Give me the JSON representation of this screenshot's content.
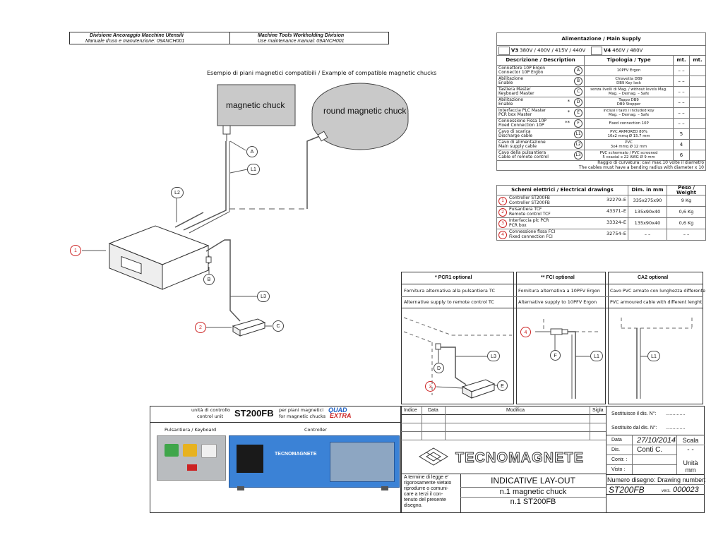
{
  "header": {
    "left_line1": "Divisione Ancoraggio Macchine Utensili",
    "left_line2": "Manuale d'uso e manutenzione: 09ANCH001",
    "right_line1": "Machine Tools Workholding Division",
    "right_line2": "Use maintenance manual: 09ANCH001"
  },
  "diagram": {
    "subtitle": "Esempio di piani magnetici compatibili / Example of compatible magnetic chucks",
    "chuck_label": "magnetic chuck",
    "round_chuck_label": "round magnetic chuck",
    "callouts": [
      "A",
      "L1",
      "L2",
      "B",
      "L3",
      "C"
    ],
    "red_callouts": [
      "1",
      "2"
    ]
  },
  "supply": {
    "title": "Alimentazione / Main Supply",
    "v3_code": "V3",
    "v3_text": "380V / 400V / 415V / 440V",
    "v4_code": "V4",
    "v4_text": "460V / 480V",
    "col_desc": "Descrizione / Description",
    "col_type": "Tipologia / Type",
    "col_mt1": "mt.",
    "col_mt2": "mt.",
    "rows": [
      {
        "d1": "Connettore 10P Ergon",
        "d2": "Connector 10P Ergon",
        "star": "",
        "tag": "A",
        "t1": "10PFV Ergon",
        "t2": "",
        "mt": "– –"
      },
      {
        "d1": "Abilitazione",
        "d2": "Enable",
        "star": "",
        "tag": "B",
        "t1": "Chiavetta DB9",
        "t2": "DB9 Key lock",
        "mt": "– –"
      },
      {
        "d1": "Tastiera Master",
        "d2": "Keyboard Master",
        "star": "",
        "tag": "C",
        "t1": "senza livelli di Mag. / without levels Mag.",
        "t2": "Mag. – Demag. – Safe",
        "mt": "– –"
      },
      {
        "d1": "Abilitazione",
        "d2": "Enable",
        "star": "*",
        "tag": "D",
        "t1": "Tappo DB9",
        "t2": "DB9 Stopper",
        "mt": "– –"
      },
      {
        "d1": "Interfaccia PLC Master",
        "d2": "PCR box Master",
        "star": "*",
        "tag": "E",
        "t1": "inclusi i tasti / included key",
        "t2": "Mag. – Demag. – Safe",
        "mt": "– –"
      },
      {
        "d1": "Connessione Fissa 10P",
        "d2": "Fixed Connection 10P",
        "star": "**",
        "tag": "F",
        "t1": "Fixed connection 10P",
        "t2": "",
        "mt": "– –"
      },
      {
        "d1": "Cavo di scarica",
        "d2": "Discharge cable",
        "star": "",
        "tag": "L1",
        "t1": "PVC ARMORED 80%",
        "t2": "10x2 mmq Ø 15.7 mm",
        "mt": "5"
      },
      {
        "d1": "Cavo di alimentazione",
        "d2": "Main supply cable",
        "star": "",
        "tag": "L2",
        "t1": "PVC",
        "t2": "3x4 mmq Ø 12 mm",
        "mt": "4"
      },
      {
        "d1": "Cavo della pulsantiera",
        "d2": "Cable of remote control",
        "star": "",
        "tag": "L3",
        "t1": "PVC schermato / PVC screened",
        "t2": "5 coaxial x 22 AWG Ø 9 mm",
        "mt": "6"
      }
    ],
    "note1": "Raggio di curvatura: cavi max.10 volte il diametro",
    "note2": "The cables must have a bending radius with diameter x 10"
  },
  "electrical": {
    "col1": "Schemi elettrici / Electrical drawings",
    "col2": "Dim. in mm",
    "col3": "Peso / Weight",
    "rows": [
      {
        "n": "1",
        "d1": "Controller ST200FB",
        "d2": "Controller ST200FB",
        "code": "32279–E",
        "dim": "335x275x90",
        "w": "9 Kg"
      },
      {
        "n": "2",
        "d1": "Pulsantiera TCF",
        "d2": "Remote control TCF",
        "code": "43371–E",
        "dim": "135x90x40",
        "w": "0,6 Kg"
      },
      {
        "n": "3",
        "d1": "Interfaccia plc PCR",
        "d2": "PCR box",
        "code": "33324–E",
        "dim": "135x90x40",
        "w": "0,6 Kg"
      },
      {
        "n": "4",
        "d1": "Connessione fissa FCI",
        "d2": "Fixed connection FCI",
        "code": "32754–E",
        "dim": "– –",
        "w": "– –"
      }
    ]
  },
  "options": [
    {
      "title": "* PCR1 optional",
      "l1": "Fornitura alternativa alla pulsantiera TC",
      "l2": "Alternative supply to remote control TC"
    },
    {
      "title": "** FCI optional",
      "l1": "Fornitura alternativa a 10PFV Ergon",
      "l2": "Alternative supply to 10PFV Ergon"
    },
    {
      "title": "CA2 optional",
      "l1": "Cavo PVC armato con lunghezza differente",
      "l2": "PVC armoured cable with different lenght"
    }
  ],
  "option_callouts": {
    "pcr": [
      "D",
      "L3",
      "E"
    ],
    "pcr_red": "3",
    "fci": [
      "F",
      "L1"
    ],
    "fci_red": "4",
    "ca2": [
      "L1"
    ]
  },
  "product": {
    "unit_it": "unità di controllo",
    "unit_en": "control unit",
    "model": "ST200FB",
    "for_it": "per piani magnetici",
    "for_en": "for magnetic chucks",
    "logo_top": "QUAD",
    "logo_bottom": "EXTRA",
    "keyboard_label": "Pulsantiera / Keyboard",
    "controller_label": "Controller",
    "brand_small": "TECNOMAGNETE"
  },
  "titleblock": {
    "col_index": "Indice",
    "col_date": "Data",
    "col_mod": "Modifica",
    "col_sig": "Sigla",
    "replaces": "Sostituisce il dis. N°:",
    "replaced_by": "Sostituito dal dis. N°:",
    "dots": "..............",
    "brand": "TECNOMAGNETE",
    "date_label": "Data",
    "date_value": "27/10/2014",
    "dis_label": "Dis.",
    "dis_value": "Conti C.",
    "contr_label": "Contr. :",
    "visto_label": "Visto :",
    "scale_label": "Scala",
    "scale_value": "- -",
    "unit_label": "Unità",
    "unit_value": "mm",
    "legal": [
      "A termine di legge e'",
      "rigorosamente vietato",
      "riprodurre o comuni-",
      "care a terzi il con-",
      "tenuto del presente",
      "disegno."
    ],
    "title1": "INDICATIVE LAY-OUT",
    "title2": "n.1 magnetic chuck",
    "title3": "n.1 ST200FB",
    "drawing_label": "Numero disegno: Drawing number:",
    "drawing_no": "ST200FB",
    "vers_label": "vers.",
    "vers_value": "000023"
  },
  "colors": {
    "accent_red": "#cc2222",
    "controller_blue": "#3b82d6",
    "panel_grey": "#b9bcbf"
  }
}
